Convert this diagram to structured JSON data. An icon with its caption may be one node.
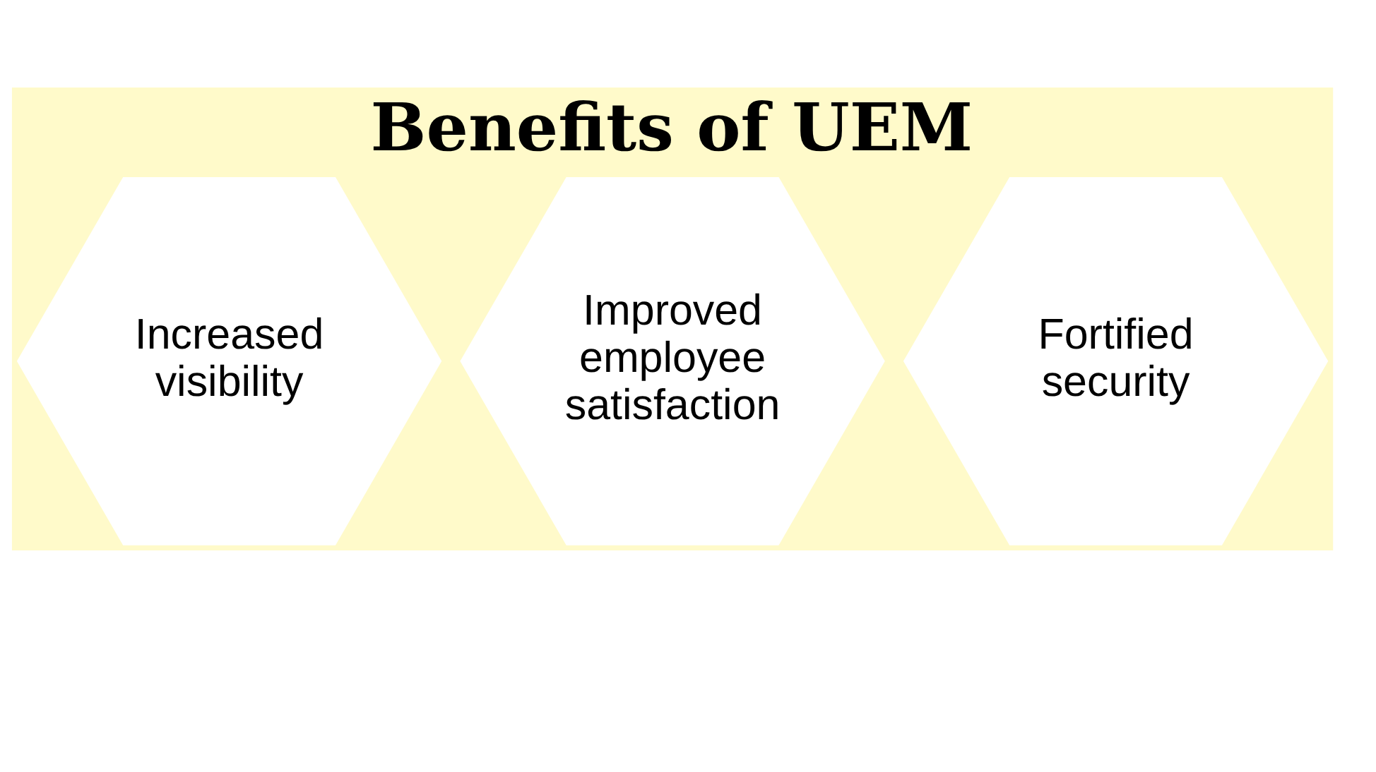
{
  "diagram": {
    "title": "Benefits of UEM",
    "nodes": [
      {
        "text": [
          "Increased visibility"
        ]
      },
      {
        "text": [
          "Improved employee satisfaction"
        ]
      },
      {
        "text": [
          "Fortified security"
        ]
      }
    ]
  }
}
